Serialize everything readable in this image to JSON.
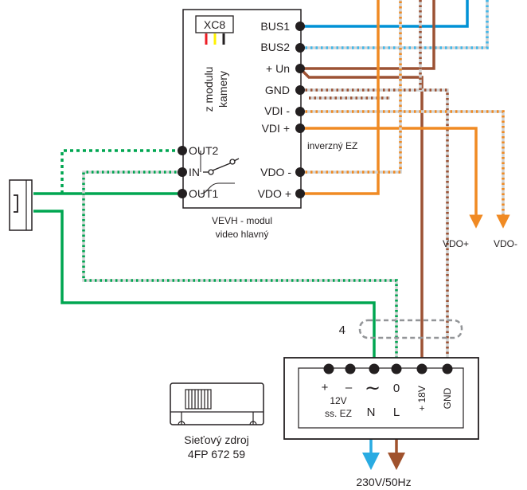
{
  "colors": {
    "blue": "#0092d6",
    "blue_light": "#41b8ea",
    "green": "#00a651",
    "brown": "#9c5234",
    "orange": "#f08a23",
    "gray": "#939598",
    "black": "#231f20"
  },
  "module": {
    "connector_label": "XC8",
    "camera_note_line1": "z modulu",
    "camera_note_line2": "kamery",
    "terminals_right": [
      "BUS1",
      "BUS2",
      "+ Un",
      "GND",
      "VDI -",
      "VDI +"
    ],
    "inverter_note": "inverzný EZ",
    "terminals_left": [
      "OUT2",
      "IN",
      "OUT1"
    ],
    "video_out": [
      "VDO -",
      "VDO +"
    ],
    "caption_line1": "VEVH - modul",
    "caption_line2": "video hlavný"
  },
  "outputs": {
    "vdo_plus": "VDO+",
    "vdo_minus": "VDO-"
  },
  "cable": {
    "wire_count": "4"
  },
  "psu": {
    "plus": "+",
    "minus": "–",
    "ac_symbol": "~",
    "zero": "0",
    "v18": "+ 18V",
    "gnd": "GND",
    "ez_line1": "12V",
    "ez_line2": "ss. EZ",
    "n": "N",
    "l": "L",
    "caption_line1": "Sieťový zdroj",
    "caption_line2": "4FP 672 59"
  },
  "mains": "230V/50Hz",
  "icons": {
    "lock": "door-lock-icon",
    "psu": "power-supply-icon"
  }
}
